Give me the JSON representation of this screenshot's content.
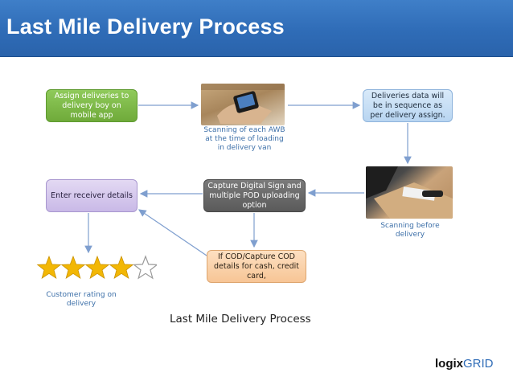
{
  "header": {
    "title": "Last Mile Delivery Process"
  },
  "nodes": {
    "assign": "Assign deliveries to delivery boy on mobile app",
    "sequence": "Deliveries data will be in sequence as per delivery assign.",
    "sign": "Capture Digital Sign and multiple POD uploading option",
    "receiver": "Enter receiver details",
    "cod": "If COD/Capture COD details for cash, credit card,"
  },
  "captions": {
    "awb": "Scanning of each AWB at the time of loading in delivery van",
    "scan": "Scanning before delivery",
    "rating": "Customer rating on delivery"
  },
  "rating": {
    "value": 4,
    "max": 5
  },
  "footer_title": "Last Mile Delivery Process",
  "logo": {
    "part1": "logix",
    "part2": "GRID"
  },
  "colors": {
    "header": "#2f6cb7",
    "arrow": "#7f9fcf",
    "star": "#f2b705"
  }
}
